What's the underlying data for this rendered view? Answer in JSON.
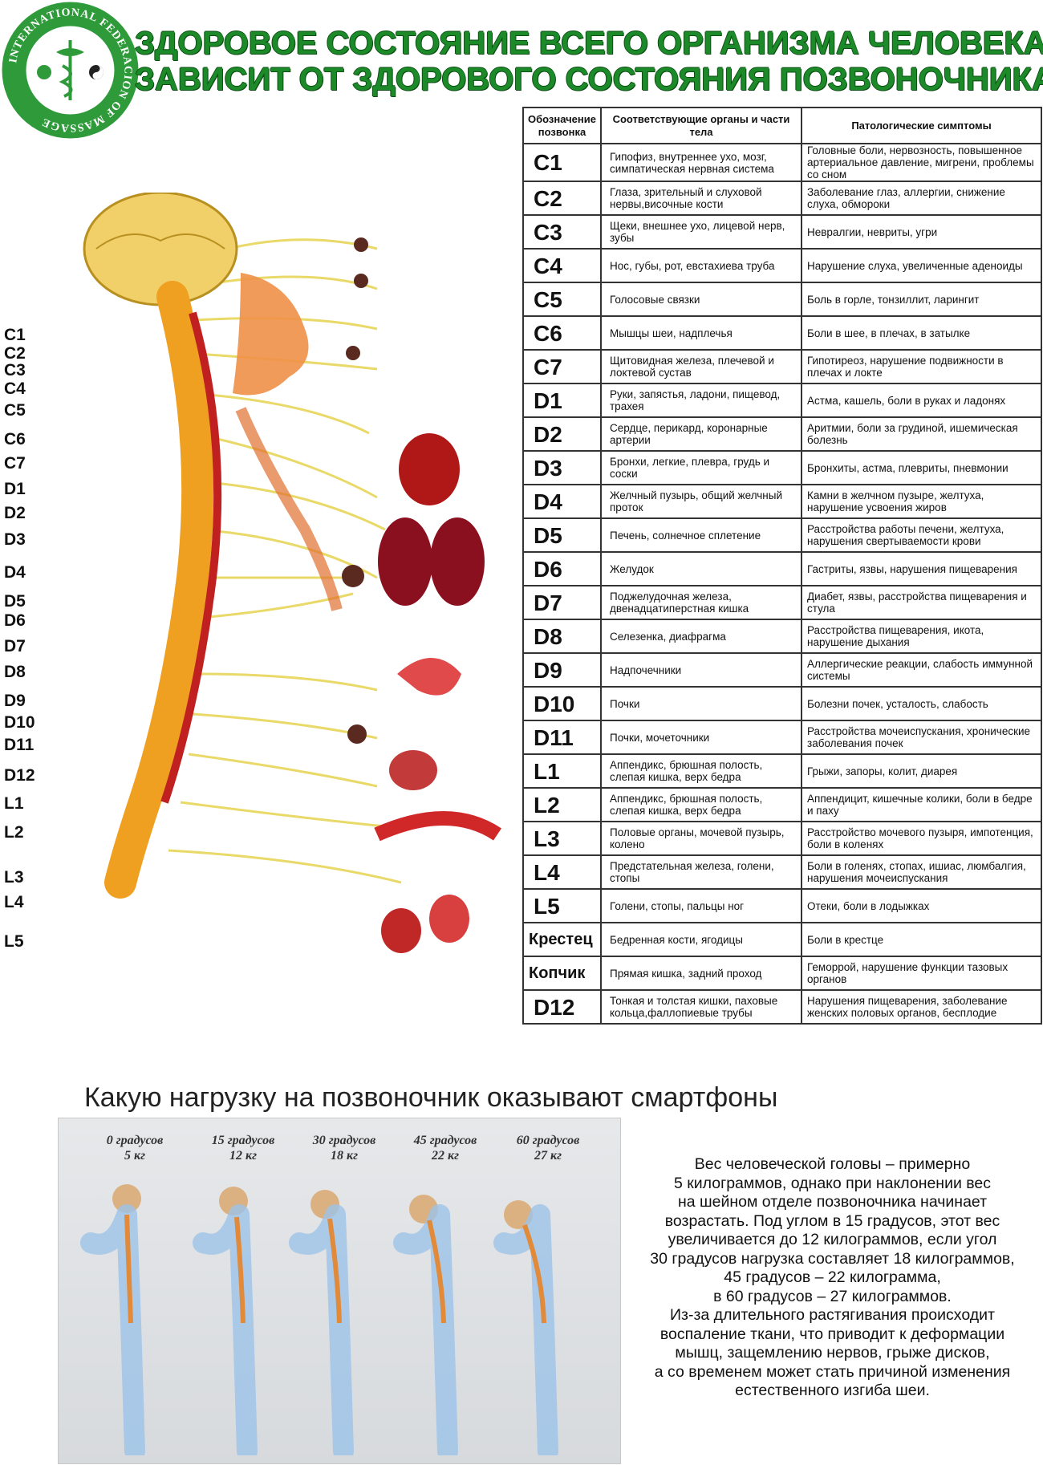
{
  "logo": {
    "ring_text": "INTERNATIONAL FEDERACION OF MASSAGE"
  },
  "title": {
    "line1": "ЗДОРОВОЕ СОСТОЯНИЕ ВСЕГО ОРГАНИЗМА ЧЕЛОВЕКА",
    "line2": "ЗАВИСИТ ОТ ЗДОРОВОГО СОСТОЯНИЯ ПОЗВОНОЧНИКА"
  },
  "table": {
    "headers": {
      "code": "Обозначение позвонка",
      "organs": "Соответствующие органы и части тела",
      "symptoms": "Патологические симптомы"
    },
    "rows": [
      {
        "code": "C1",
        "organs": "Гипофиз, внутреннее ухо, мозг, симпатическая нервная система",
        "symptoms": "Головные боли, нервозность, повышенное артериальное давление, мигрени, проблемы со сном"
      },
      {
        "code": "C2",
        "organs": "Глаза, зрительный и слуховой нервы,височные кости",
        "symptoms": "Заболевание глаз, аллергии, снижение слуха, обмороки"
      },
      {
        "code": "C3",
        "organs": "Щеки, внешнее ухо, лицевой нерв, зубы",
        "symptoms": "Невралгии, невриты, угри"
      },
      {
        "code": "C4",
        "organs": "Нос, губы, рот, евстахиева труба",
        "symptoms": "Нарушение слуха, увеличенные аденоиды"
      },
      {
        "code": "C5",
        "organs": "Голосовые связки",
        "symptoms": "Боль в горле, тонзиллит, ларингит"
      },
      {
        "code": "C6",
        "organs": "Мышцы шеи, надплечья",
        "symptoms": "Боли в шее, в плечах, в затылке"
      },
      {
        "code": "C7",
        "organs": "Щитовидная железа, плечевой и локтевой сустав",
        "symptoms": "Гипотиреоз, нарушение подвижности в плечах и локте"
      },
      {
        "code": "D1",
        "organs": "Руки, запястья, ладони, пищевод, трахея",
        "symptoms": "Астма, кашель, боли в руках и ладонях"
      },
      {
        "code": "D2",
        "organs": "Сердце, перикард, коронарные артерии",
        "symptoms": "Аритмии, боли за грудиной, ишемическая болезнь"
      },
      {
        "code": "D3",
        "organs": "Бронхи, легкие, плевра, грудь и соски",
        "symptoms": "Бронхиты, астма, плевриты, пневмонии"
      },
      {
        "code": "D4",
        "organs": "Желчный пузырь, общий желчный проток",
        "symptoms": "Камни в желчном пузыре, желтуха, нарушение усвоения жиров"
      },
      {
        "code": "D5",
        "organs": "Печень, солнечное сплетение",
        "symptoms": "Расстройства работы печени, желтуха, нарушения свертываемости крови"
      },
      {
        "code": "D6",
        "organs": "Желудок",
        "symptoms": "Гастриты, язвы, нарушения пищеварения"
      },
      {
        "code": "D7",
        "organs": "Поджелудочная железа, двенадцатиперстная кишка",
        "symptoms": "Диабет, язвы, расстройства пищеварения и стула"
      },
      {
        "code": "D8",
        "organs": "Селезенка, диафрагма",
        "symptoms": "Расстройства пищеварения, икота, нарушение дыхания"
      },
      {
        "code": "D9",
        "organs": "Надпочечники",
        "symptoms": "Аллергические реакции, слабость иммунной системы"
      },
      {
        "code": "D10",
        "organs": "Почки",
        "symptoms": "Болезни почек, усталость, слабость"
      },
      {
        "code": "D11",
        "organs": "Почки, мочеточники",
        "symptoms": "Расстройства мочеиспускания, хронические заболевания почек"
      },
      {
        "code": "L1",
        "organs": "Аппендикс, брюшная полость, слепая кишка, верх бедра",
        "symptoms": "Грыжи, запоры, колит, диарея"
      },
      {
        "code": "L2",
        "organs": "Аппендикс, брюшная полость, слепая кишка, верх бедра",
        "symptoms": "Аппендицит, кишечные колики, боли в бедре и паху"
      },
      {
        "code": "L3",
        "organs": "Половые органы, мочевой пузырь, колено",
        "symptoms": "Расстройство мочевого пузыря, импотенция, боли в коленях"
      },
      {
        "code": "L4",
        "organs": "Предстательная железа, голени, стопы",
        "symptoms": "Боли в голенях, стопах, ишиас, люмбалгия, нарушения мочеиспускания"
      },
      {
        "code": "L5",
        "organs": "Голени, стопы, пальцы ног",
        "symptoms": "Отеки, боли в лодыжках"
      },
      {
        "code": "Крестец",
        "organs": "Бедренная кости, ягодицы",
        "symptoms": "Боли в крестце"
      },
      {
        "code": "Копчик",
        "organs": "Прямая кишка, задний проход",
        "symptoms": "Геморрой, нарушение функции тазовых органов"
      },
      {
        "code": "D12",
        "organs": "Тонкая и толстая кишки, паховые кольца,фаллопиевые трубы",
        "symptoms": "Нарушения пищеварения, заболевание женских половых органов, бесплодие"
      }
    ]
  },
  "spine_labels": [
    "C1",
    "C2",
    "C3",
    "C4",
    "C5",
    "C6",
    "C7",
    "D1",
    "D2",
    "D3",
    "D4",
    "D5",
    "D6",
    "D7",
    "D8",
    "D9",
    "D10",
    "D11",
    "D12",
    "L1",
    "L2",
    "L3",
    "L4",
    "L5"
  ],
  "subtitle": "Какую нагрузку на позвоночник оказывают смартфоны",
  "postures": [
    {
      "angle": "0 градусов",
      "weight": "5 кг"
    },
    {
      "angle": "15 градусов",
      "weight": "12 кг"
    },
    {
      "angle": "30 градусов",
      "weight": "18 кг"
    },
    {
      "angle": "45 градусов",
      "weight": "22 кг"
    },
    {
      "angle": "60 градусов",
      "weight": "27 кг"
    }
  ],
  "paragraph": {
    "lines": [
      "Вес человеческой головы – примерно",
      "5 килограммов, однако при наклонении вес",
      "на шейном отделе позвоночника начинает",
      "возрастать. Под углом в 15 градусов, этот вес",
      "увеличивается до 12 килограммов, если угол",
      "30 градусов нагрузка составляет 18 килограммов,",
      "45 градусов – 22 килограмма,",
      "в 60 градусов – 27 килограммов.",
      "Из-за длительного растягивания происходит",
      "воспаление ткани, что приводит к деформации",
      "мышц, защемлению нервов, грыже дисков,",
      "а со временем может стать причиной изменения",
      "естественного изгиба шеи."
    ]
  },
  "colors": {
    "title_green": "#1d8a2a",
    "logo_green": "#2e9a3a",
    "spine_orange": "#f0a020",
    "nerve_yellow": "#e8d860",
    "organ_red": "#b01818"
  }
}
